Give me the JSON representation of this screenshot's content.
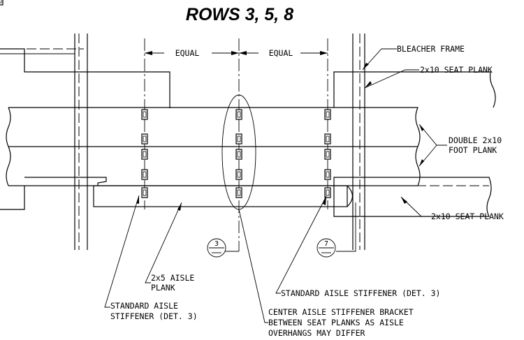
{
  "title": "ROWS 3, 5, 8",
  "dimensions": {
    "equal_left": "EQUAL",
    "equal_right": "EQUAL"
  },
  "callouts": {
    "bleacher_frame": "BLEACHER FRAME",
    "seat_plank_top": "2x10 SEAT PLANK",
    "double_foot_plank_line1": "DOUBLE 2x10",
    "double_foot_plank_line2": "FOOT PLANK",
    "seat_plank_bottom": "2x10 SEAT PLANK",
    "standard_stiffener_right": "STANDARD AISLE STIFFENER (DET. 3)",
    "aisle_plank_line1": "2x5 AISLE",
    "aisle_plank_line2": "PLANK",
    "standard_stiffener_left_line1": "STANDARD AISLE",
    "standard_stiffener_left_line2": "STIFFENER (DET. 3)",
    "center_bracket_line1": "CENTER AISLE STIFFENER BRACKET",
    "center_bracket_line2": "BETWEEN SEAT PLANKS AS AISLE",
    "center_bracket_line3": "OVERHANGS MAY DIFFER"
  },
  "detail_markers": {
    "center": "3",
    "right": "7"
  }
}
